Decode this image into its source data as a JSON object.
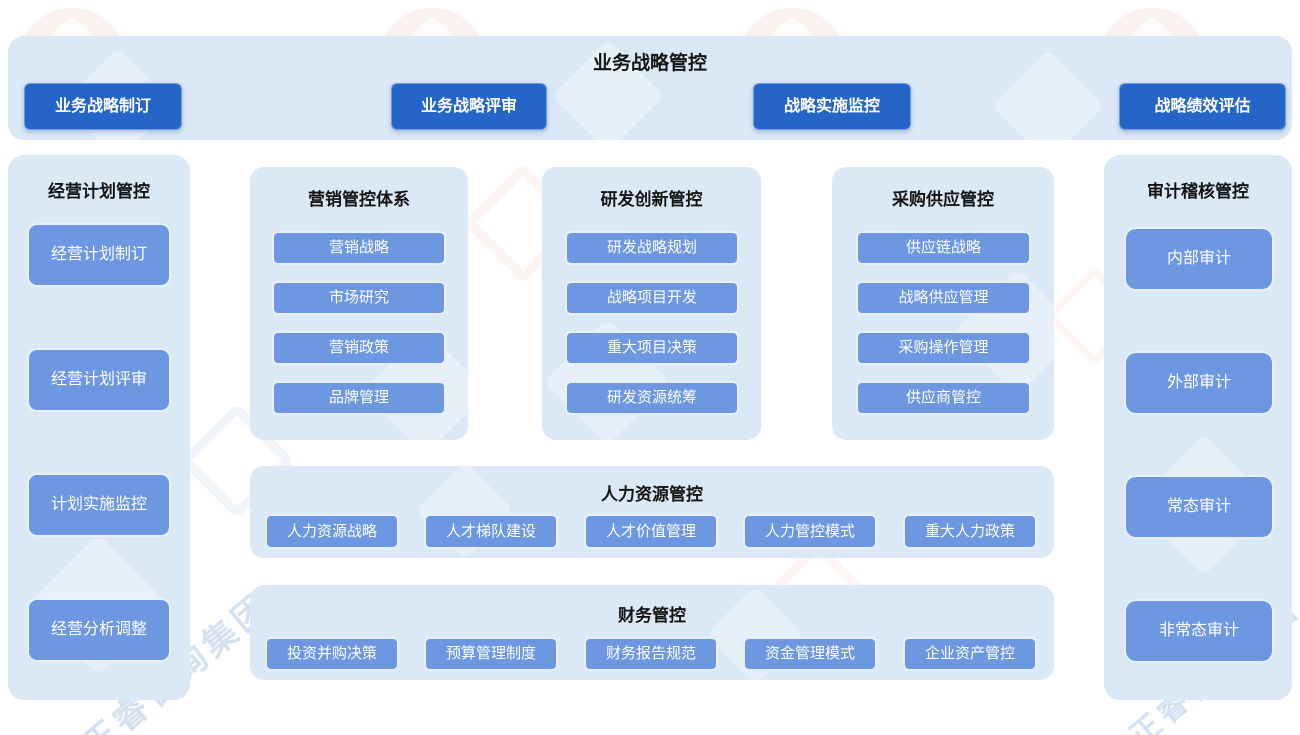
{
  "banner": {
    "title": "业务战略管控",
    "items": [
      "业务战略制订",
      "业务战略评审",
      "战略实施监控",
      "战略绩效评估"
    ]
  },
  "panels": {
    "business_plan": {
      "title": "经营计划管控",
      "items": [
        "经营计划制订",
        "经营计划评审",
        "计划实施监控",
        "经营分析调整"
      ]
    },
    "marketing": {
      "title": "营销管控体系",
      "items": [
        "营销战略",
        "市场研究",
        "营销政策",
        "品牌管理"
      ]
    },
    "rnd": {
      "title": "研发创新管控",
      "items": [
        "研发战略规划",
        "战略项目开发",
        "重大项目决策",
        "研发资源统筹"
      ]
    },
    "procurement": {
      "title": "采购供应管控",
      "items": [
        "供应链战略",
        "战略供应管理",
        "采购操作管理",
        "供应商管控"
      ]
    },
    "hr": {
      "title": "人力资源管控",
      "items": [
        "人力资源战略",
        "人才梯队建设",
        "人才价值管理",
        "人力管控模式",
        "重大人力政策"
      ]
    },
    "finance": {
      "title": "财务管控",
      "items": [
        "投资并购决策",
        "预算管理制度",
        "财务报告规范",
        "资金管理模式",
        "企业资产管控"
      ]
    },
    "audit": {
      "title": "审计稽核管控",
      "items": [
        "内部审计",
        "外部审计",
        "常态审计",
        "非常态审计"
      ]
    }
  },
  "watermark": {
    "brand_text": "正睿咨询集团"
  },
  "colors": {
    "panel_bg": "#dbe8f6",
    "dark_box": "#2565c8",
    "light_box": "#6d98e1",
    "title_text": "#141414",
    "box_text": "#ffffff",
    "watermark_pink": "#f8e7e4",
    "watermark_blue": "#dce8f5"
  }
}
